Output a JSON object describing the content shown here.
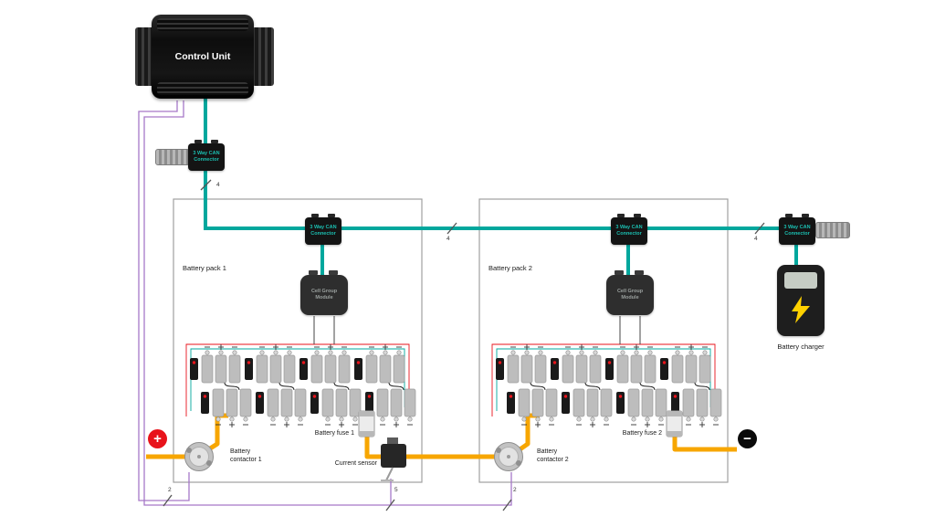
{
  "labels": {
    "control_unit": "Control Unit",
    "can_connector": {
      "line1": "3 Way CAN",
      "line2": "Connector"
    },
    "cell_group_module": {
      "line1": "Cell Group",
      "line2": "Module"
    },
    "battery_pack_1": "Battery pack 1",
    "battery_pack_2": "Battery pack 2",
    "battery_fuse_1": "Battery fuse 1",
    "battery_fuse_2": "Battery fuse 2",
    "battery_contactor_1": "Battery contactor 1",
    "battery_contactor_2": "Battery contactor 2",
    "current_sensor": "Current sensor",
    "battery_charger": "Battery charger",
    "positive_terminal": "+",
    "negative_terminal": "−"
  },
  "wire_counts": {
    "can_control": "4",
    "can_pack_link": "4",
    "can_charger_link": "4",
    "contactor_1": "2",
    "current_sensor": "5",
    "contactor_2": "2"
  },
  "colors": {
    "can_bus": "#00a79d",
    "power": "#f7a600",
    "signal": "#a678c8",
    "positive": "#e8131b",
    "negative": "#111111"
  }
}
